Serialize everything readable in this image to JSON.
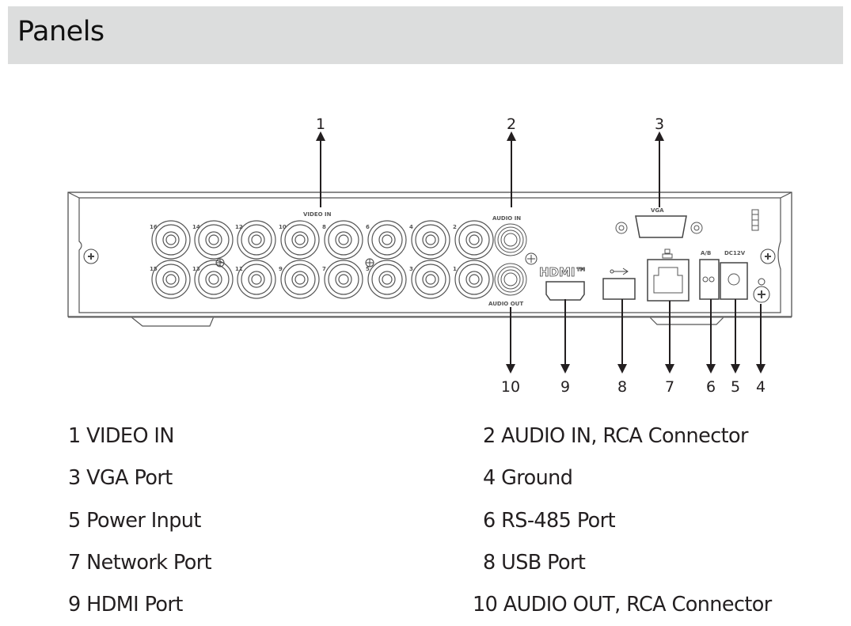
{
  "header": {
    "title": "Panels"
  },
  "panel_labels": {
    "video_in": "VIDEO IN",
    "audio_in": "AUDIO IN",
    "audio_out": "AUDIO OUT",
    "vga": "VGA",
    "hdmi": "HDMI™",
    "rs485": "A/B",
    "power": "DC12V"
  },
  "video_channels": {
    "top_row": [
      "16",
      "14",
      "12",
      "10",
      "8",
      "6",
      "4",
      "2"
    ],
    "bottom_row": [
      "15",
      "13",
      "11",
      "9",
      "7",
      "5",
      "3",
      "1"
    ]
  },
  "callouts": {
    "top": [
      "1",
      "2",
      "3"
    ],
    "bottom": [
      "10",
      "9",
      "8",
      "7",
      "6",
      "5",
      "4"
    ]
  },
  "legend": {
    "left": [
      "1 VIDEO IN",
      "3 VGA Port",
      "5 Power Input",
      "7 Network Port",
      "9 HDMI Port"
    ],
    "right": [
      "2  AUDIO IN, RCA Connector",
      "4  Ground",
      "6  RS-485 Port",
      "8  USB Port",
      "10  AUDIO OUT, RCA Connector"
    ]
  }
}
